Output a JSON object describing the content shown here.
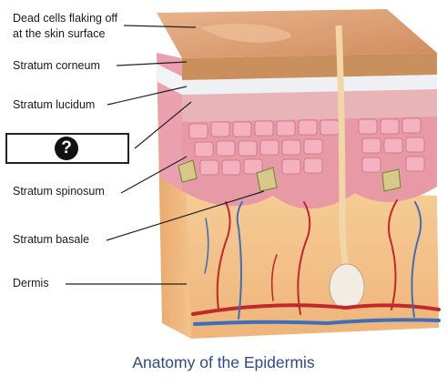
{
  "labels": {
    "dead_cells_line1": "Dead cells flaking  off",
    "dead_cells_line2": "at the skin surface",
    "stratum_corneum": "Stratum corneum",
    "stratum_lucidum": "Stratum lucidum",
    "stratum_spinosum": "Stratum spinosum",
    "stratum_basale": "Stratum basale",
    "dermis": "Dermis"
  },
  "hidden_label": {
    "icon": "question-mark-icon",
    "symbol": "?"
  },
  "caption": "Anatomy of the Epidermis",
  "colors": {
    "caption": "#2d4a8a",
    "surface": "#d9a37a",
    "corneum": "#c98f5c",
    "lucidum": "#eef0f4",
    "granulosum": "#e8b4b8",
    "spinosum_cell": "#f0a6b6",
    "dermis": "#f3c28c",
    "artery": "#c0282a",
    "vein": "#3f6fb8"
  }
}
